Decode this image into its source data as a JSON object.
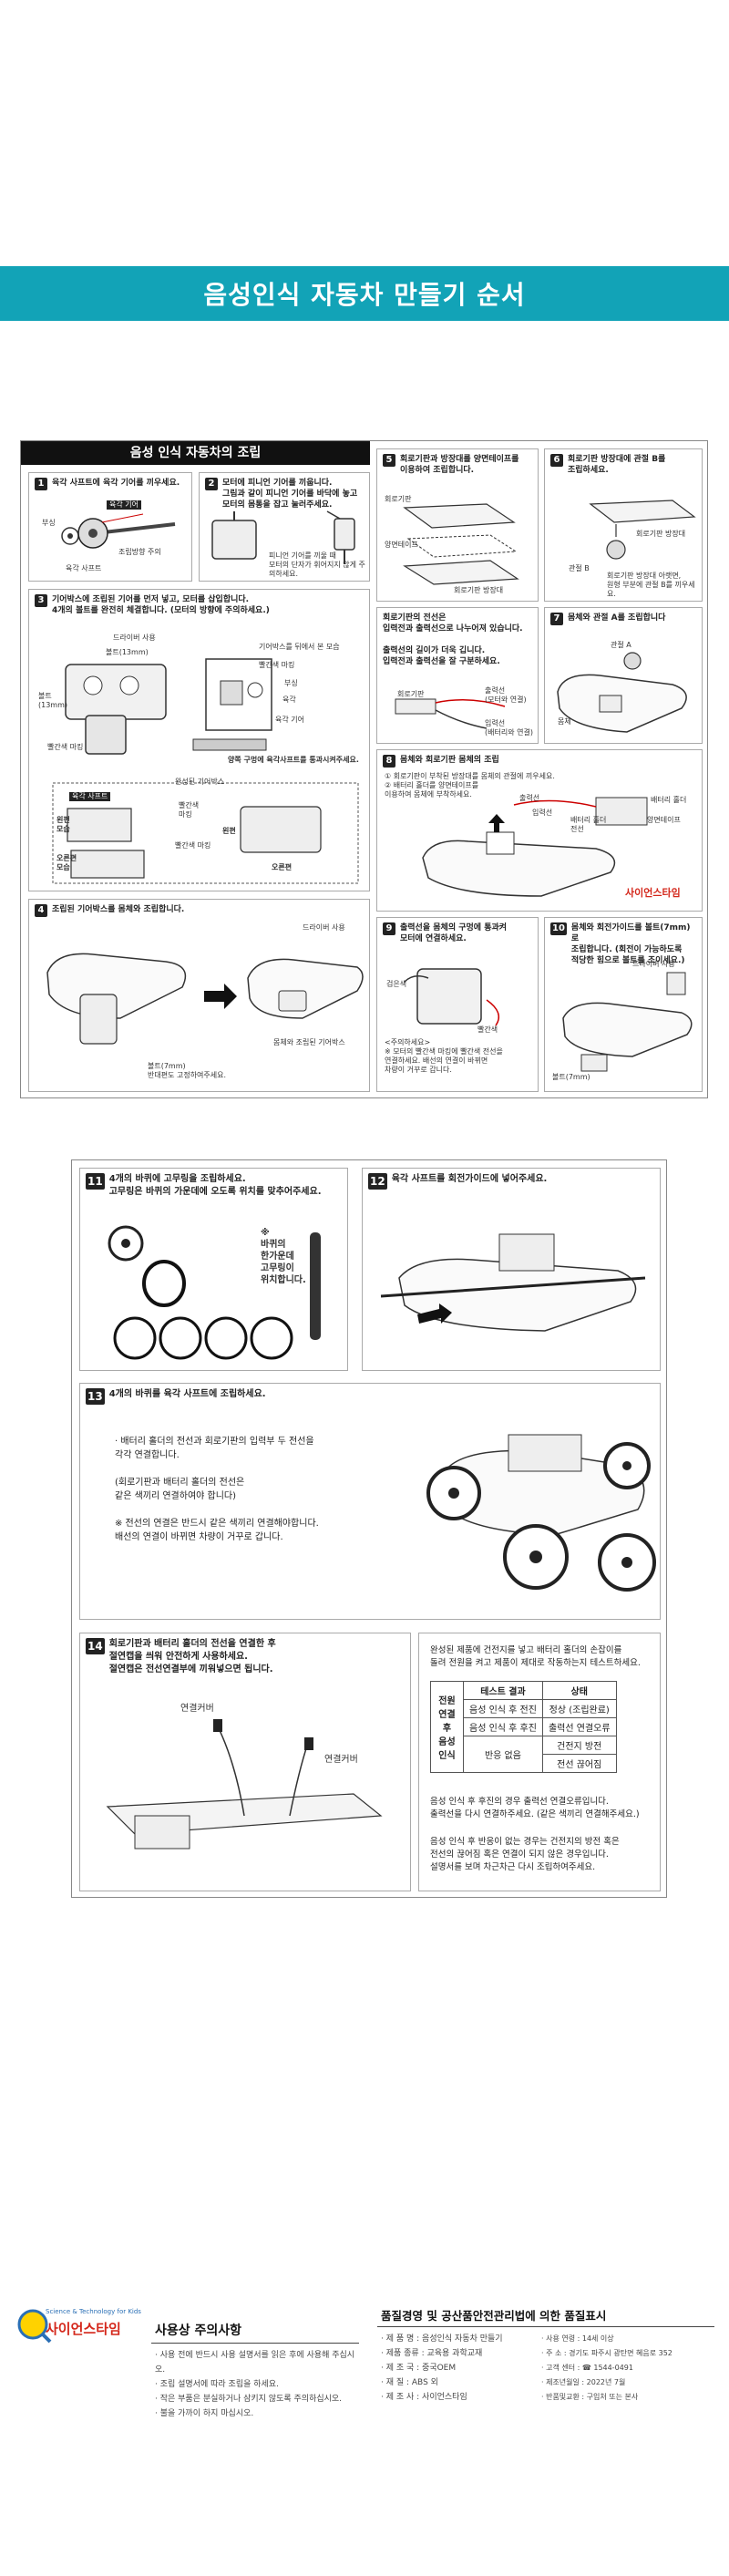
{
  "banner": {
    "title": "음성인식 자동차 만들기 순서"
  },
  "assembly": {
    "title": "음성 인식 자동차의 조립",
    "steps": [
      {
        "num": "1",
        "text": "육각 사프트에 육각 기어를 끼우세요.",
        "labels": [
          "부싱",
          "육각 기어",
          "조립방향 주의",
          "육각 사프트"
        ]
      },
      {
        "num": "2",
        "text": "모터에 피니언 기어를 끼웁니다.\n그림과 같이 피니언 기어를 바닥에 놓고\n모터의 몸통을 잡고 눌러주세요.",
        "labels": [
          "피니언 기어를 끼울 때\n모터의 단자가 휘어지지 않게 주의하세요."
        ]
      },
      {
        "num": "3",
        "text": "기어박스에 조립된 기어를 먼저 넣고, 모터를 삽입합니다.\n4개의 볼트를 완전히 체결합니다. (모터의 방향에 주의하세요.)",
        "labels": [
          "드라이버 사용",
          "볼트(13mm)",
          "볼트\n(13mm)",
          "빨간색 마킹",
          "기어박스를 뒤에서 본 모습",
          "빨간색 마킹",
          "부싱",
          "육각",
          "육각 기어",
          "양쪽 구멍에 육각사프트를 통과시켜주세요.",
          "완성된 기어박스",
          "육각 사프트",
          "왼편\n모습",
          "빨간색\n마킹",
          "오른편\n모습",
          "빨간색 마킹",
          "왼편",
          "오른편"
        ]
      },
      {
        "num": "4",
        "text": "조립된 기어박스를 몸체와 조립합니다.",
        "labels": [
          "드라이버 사용",
          "볼트(7mm)\n반대편도 고정하여주세요.",
          "몸체와 조립된 기어박스"
        ]
      },
      {
        "num": "5",
        "text": "회로기판과 방장대를 양면테이프를\n이용하여 조립합니다.",
        "labels": [
          "회로기판",
          "양면테이프",
          "회로기판 방장대"
        ]
      },
      {
        "num": "6",
        "text": "회로기판 방장대에 관절 B를\n조립하세요.",
        "labels": [
          "회로기판 방장대",
          "관절 B",
          "회로기판 방장대 아랫면,\n원형 부분에 관절 B를 끼우세요."
        ]
      },
      {
        "num": "",
        "text": "회로기판의 전선은\n입력전과 출력선으로 나누어져 있습니다.\n\n출력선의 길이가 더욱 깁니다.\n입력전과 출력선을 잘 구분하세요.",
        "labels": [
          "회로기판",
          "출력선\n(모터와 연결)",
          "입력선\n(배터리와 연결)"
        ]
      },
      {
        "num": "7",
        "text": "몸체와 관절 A를 조립합니다",
        "labels": [
          "관절 A",
          "몸체"
        ]
      },
      {
        "num": "8",
        "text": "몸체와 회로기판 몸체의 조립",
        "labels": [
          "① 회로기판이 부착된 방장대를 몸체의 관절에 끼우세요.\n② 배터리 홀더를 양면테이프를\n이용하여 몸체에 부착하세요.",
          "출력선",
          "배터리 홀더",
          "양면테이프",
          "입력선",
          "배터리 홀더\n전선",
          "사이언스타임"
        ]
      },
      {
        "num": "9",
        "text": "출력선을 몸체의 구멍에 통과켜\n모터에 연결하세요.",
        "labels": [
          "검은색",
          "빨간색",
          "<주의하세요>\n※ 모터의 빨간색 마킹에 빨간색 전선을\n연결하세요. 배선의 연결이 바뀌면\n차량이 거꾸로 갑니다."
        ]
      },
      {
        "num": "10",
        "text": "몸체와 회전가이드를 볼트(7mm)로\n조립합니다. (회전이 가능하도록\n적당한 힘으로 볼트를 조이세요.)",
        "labels": [
          "드라이버 사용",
          "볼트(7mm)"
        ]
      }
    ]
  },
  "step11": {
    "num": "11",
    "text": "4개의 바퀴에 고무링을 조립하세요.\n고무링은 바퀴의 가운데에 오도록 위치를 맞추어주세요.",
    "note": "※\n바퀴의\n한가운데\n고무링이\n위치합니다."
  },
  "step12": {
    "num": "12",
    "text": "육각 사프트를 회전가이드에 넣어주세요."
  },
  "step13": {
    "num": "13",
    "text": "4개의 바퀴를 육각 사프트에 조립하세요.",
    "body": "· 배터리 홀더의 전선과 회로기판의 입력부 두 전선을\n  각각 연결합니다.\n\n  (회로기판과 배터리 홀더의 전선은\n  같은 색끼리 연결하여야 합니다)\n\n※ 전선의 연결은 반드시 같은 색끼리 연결해야합니다.\n   배선의 연결이 바뀌면 차량이 거꾸로 갑니다."
  },
  "step14": {
    "num": "14",
    "text": "회로기판과 배터리 홀더의 전선을 연결한 후\n절연캡을 씌워 안전하게 사용하세요.\n절연캡은 전선연결부에 끼워넣으면 됩니다.",
    "labels": [
      "연결커버",
      "연결커버"
    ]
  },
  "test": {
    "intro": "완성된 제품에 건전지를 넣고 배터리 홀더의 손잡이를\n돌려 전원을 켜고 제품이 제대로 작동하는지 테스트하세요.",
    "side_label": "전원\n연결\n후\n음성\n인식",
    "headers": [
      "테스트 결과",
      "상태"
    ],
    "rows": [
      [
        "음성 인식 후 전진",
        "정상 (조립완료)"
      ],
      [
        "음성 인식 후 후진",
        "출력선 연결오류"
      ],
      [
        "반응 없음",
        "건전지 방전"
      ],
      [
        "",
        "전선 끊어짐"
      ]
    ],
    "note1": "음성 인식 후 후진의 경우 출력선 연결오류입니다.\n출력선을 다시 연결하주세요. (같은 색끼리 연결해주세요.)",
    "note2": "음성 인식 후 반응이 없는 경우는 건전지의 방전 혹은\n전선의 끊어짐 혹은 연결이 되지 않은 경우입니다.\n설명서를 보며 차근차근 다시 조립하여주세요."
  },
  "footer": {
    "brand": "사이언스타임",
    "brand_sub": "Science & Technology for Kids",
    "caution_title": "사용상 주의사항",
    "caution_items": [
      "· 사용 전에 반드시 사용 설명서를 읽은 후에 사용해 주십시오.",
      "· 조립 설명서에 따라 조립을 하세요.",
      "· 작은 부품은 분실하거나 삼키지 않도록 주의하십시오.",
      "· 불을 가까이 하지 마십시오."
    ],
    "quality_title": "품질경영 및 공산품안전관리법에 의한 품질표시",
    "quality_left": [
      "· 제   품   명 : 음성인식 자동차 만들기",
      "· 제품 종류 : 교육용 과학교재",
      "· 제   조   국 : 중국OEM",
      "· 재         질 : ABS 외",
      "· 제   조   사 : 사이언스타임"
    ],
    "quality_right": [
      "· 사용 연령 :  14세 이상",
      "· 주         소 :  경기도 파주시 광탄면 혜음로 352",
      "· 고객 센터 :  ☎ 1544-0491",
      "· 제조년월일 :  2022년 7월",
      "· 반품및교환 :  구입처 또는 본사"
    ]
  },
  "colors": {
    "banner": "#12a3b7",
    "brand_red": "#d4271b"
  }
}
